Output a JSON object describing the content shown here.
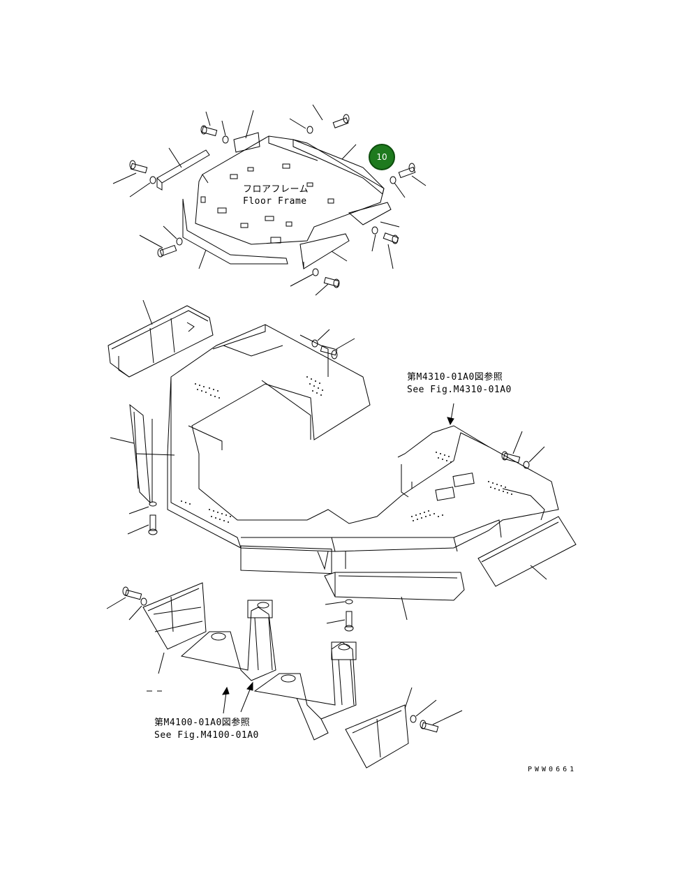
{
  "floor_frame": {
    "label_jp": "フロアフレーム",
    "label_en": "Floor Frame"
  },
  "callout_badge": {
    "number": "10",
    "color": "#1e7a1e"
  },
  "reference_right": {
    "label_jp": "第M4310-01A0図参照",
    "label_en": "See Fig.M4310-01A0"
  },
  "reference_bottom": {
    "label_jp": "第M4100-01A0図参照",
    "label_en": "See Fig.M4100-01A0"
  },
  "drawing_code": "PWW0661"
}
